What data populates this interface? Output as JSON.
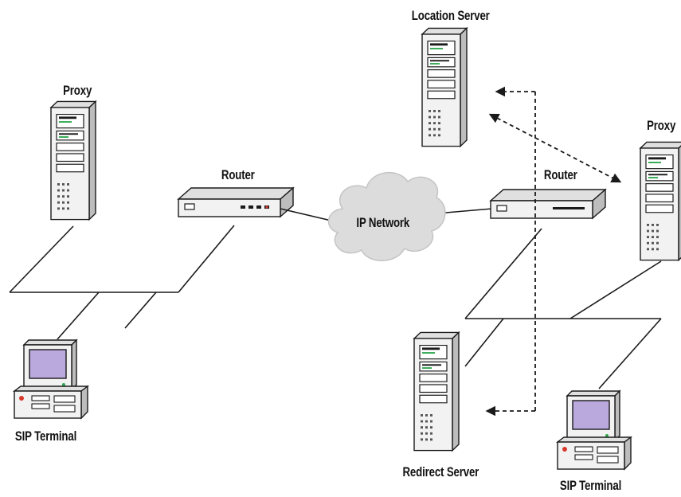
{
  "labels": {
    "location_server": "Location Server",
    "proxy_left": "Proxy",
    "proxy_right": "Proxy",
    "router_left": "Router",
    "router_right": "Router",
    "ip_network": "IP Network",
    "sip_terminal_left": "SIP Terminal",
    "sip_terminal_right": "SIP Terminal",
    "redirect_server": "Redirect Server"
  },
  "colors": {
    "line": "#1a1a1a",
    "device_body": "#f2f2f2",
    "device_side": "#bdbdbd",
    "device_top": "#e0e0e0",
    "screen": "#b9a9dd",
    "cloud": "#dcdcdc",
    "led_green": "#2fa84f",
    "led_red": "#d8392b"
  }
}
